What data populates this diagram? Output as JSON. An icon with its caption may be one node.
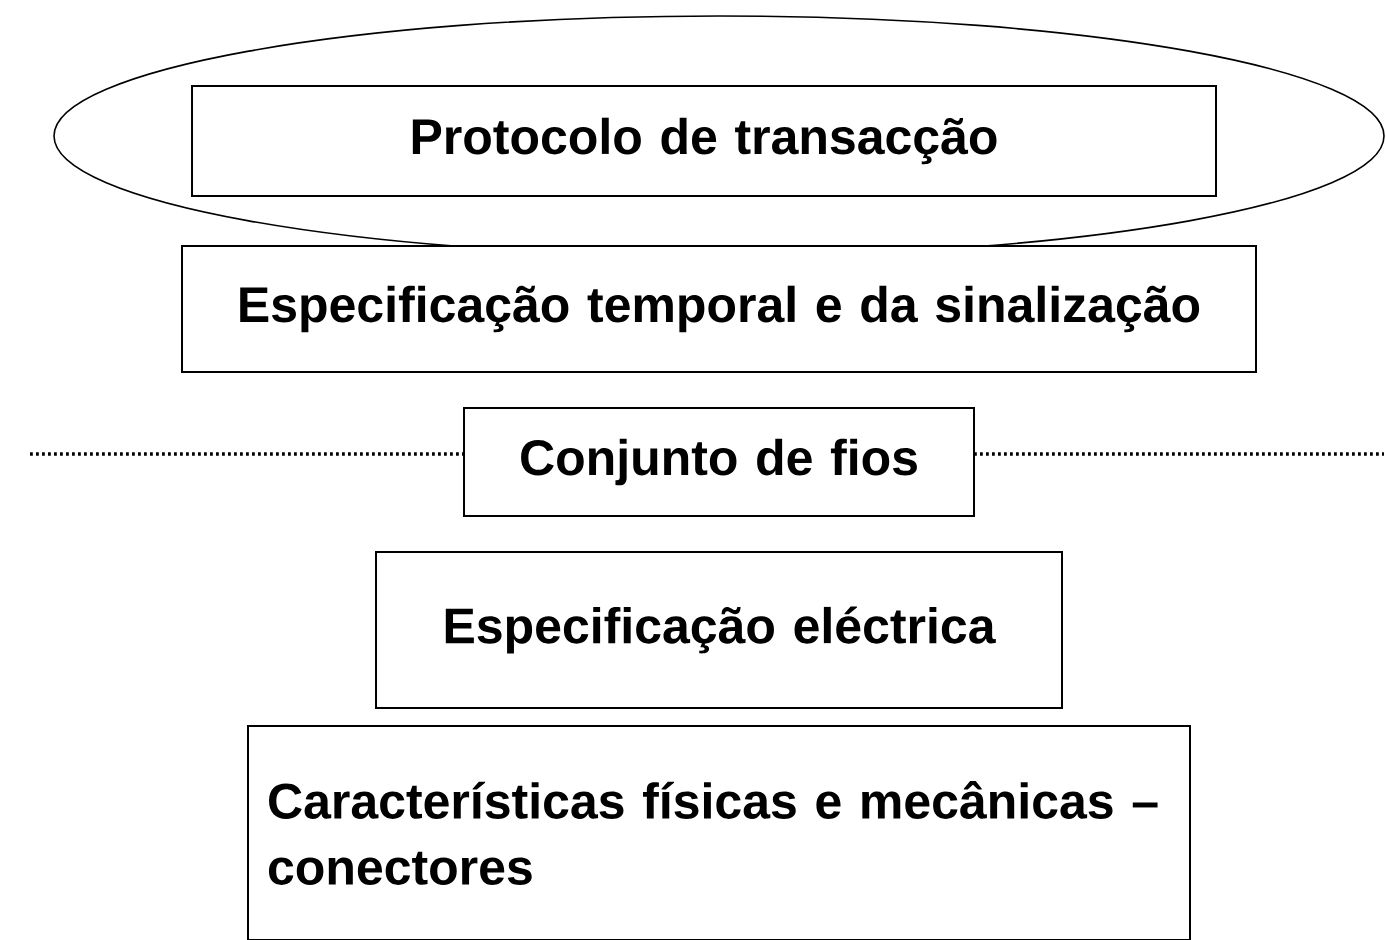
{
  "diagram": {
    "nodes": [
      {
        "text": [],
        "shape": "ellipse"
      },
      {
        "text": [
          "Protocolo de transacção"
        ],
        "in": 0
      },
      {
        "text": [
          "Especificação temporal e da sinalização"
        ]
      },
      {
        "text": [
          "Conjunto de fios"
        ]
      },
      {
        "text": [
          "Especificação eléctrica"
        ]
      },
      {
        "text": [
          "Características físicas e mecânicas – conectores"
        ]
      }
    ]
  }
}
